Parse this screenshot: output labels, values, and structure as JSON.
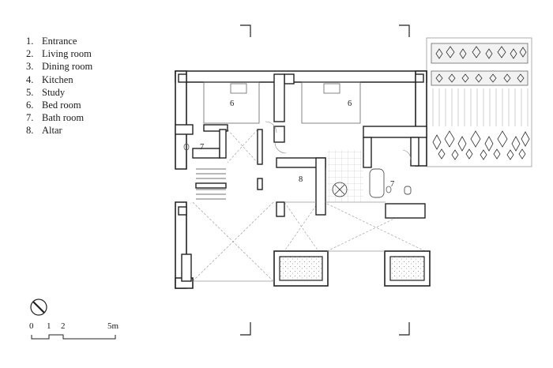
{
  "legend": {
    "items": [
      {
        "num": "1.",
        "label": "Entrance"
      },
      {
        "num": "2.",
        "label": "Living room"
      },
      {
        "num": "3.",
        "label": "Dining room"
      },
      {
        "num": "4.",
        "label": "Kitchen"
      },
      {
        "num": "5.",
        "label": "Study"
      },
      {
        "num": "6.",
        "label": "Bed room"
      },
      {
        "num": "7.",
        "label": "Bath room"
      },
      {
        "num": "8.",
        "label": "Altar"
      }
    ]
  },
  "plan_labels": {
    "bedroom_left": "6",
    "bedroom_right": "6",
    "bathroom_left": "7",
    "bathroom_right": "7",
    "altar": "8"
  },
  "scale_bar": {
    "tick_0": "0",
    "tick_1": "1",
    "tick_2": "2",
    "tick_5": "5m"
  },
  "colors": {
    "line": "#222222",
    "fill_wall": "#ffffff",
    "hatch": "#555555"
  },
  "icons": {
    "north_arrow": "north-arrow-icon",
    "planter": "planter-icon"
  }
}
